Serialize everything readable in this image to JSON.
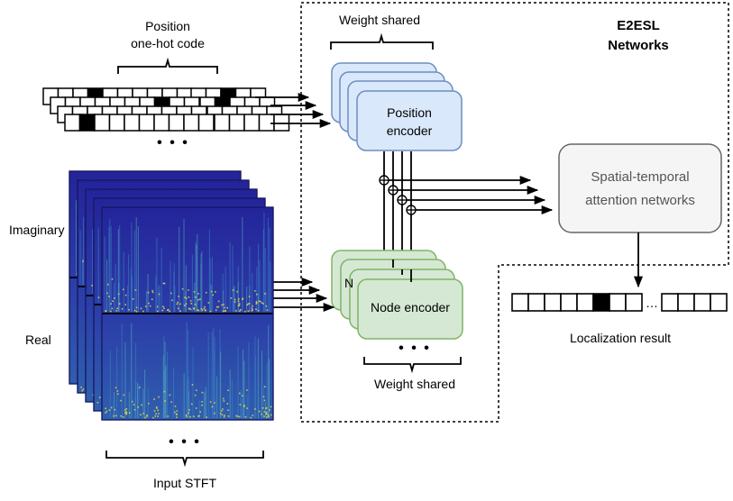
{
  "title": {
    "line1": "E2ESL",
    "line2": "Networks"
  },
  "position_code": {
    "line1": "Position",
    "line2": "one-hot code"
  },
  "weight_shared_top": "Weight shared",
  "weight_shared_bottom": "Weight shared",
  "position_encoder": {
    "line1": "Position",
    "line2": "encoder"
  },
  "node_encoder": "Node encoder",
  "node_encoder_peek": "N",
  "attention": {
    "line1": "Spatial-temporal",
    "line2": "attention networks"
  },
  "stft_labels": {
    "imaginary": "Imaginary",
    "real": "Real"
  },
  "input_stft": "Input STFT",
  "localization_result": "Localization result",
  "ellipsis": "• • •",
  "colors": {
    "position_encoder_fill": "#dae8fc",
    "position_encoder_stroke": "#6c8ebf",
    "node_encoder_fill": "#d5e8d4",
    "node_encoder_stroke": "#82b366",
    "attention_fill": "#f5f5f5",
    "attention_stroke": "#666666",
    "spectrogram_base": "#2a2a9a",
    "spectrogram_energy": "#e6d84a"
  }
}
